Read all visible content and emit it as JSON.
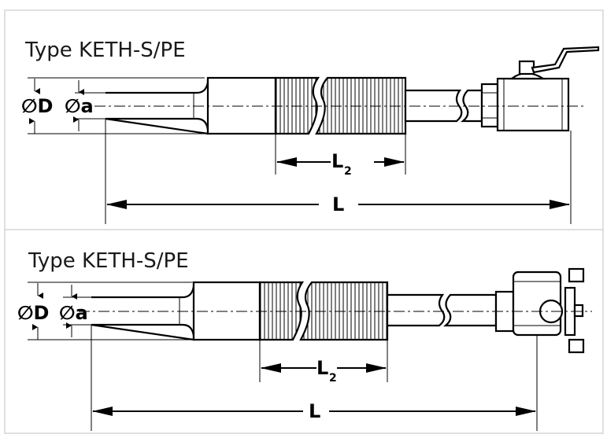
{
  "diagram_1": {
    "title": "Type KETH-S/PE",
    "dim_outer": "∅D",
    "dim_inner": "∅a",
    "dim_L": "L",
    "dim_L2_main": "L",
    "dim_L2_sub": "2"
  },
  "diagram_2": {
    "title": "Type KETH-S/PE",
    "dim_outer": "∅D",
    "dim_inner": "∅a",
    "dim_L": "L",
    "dim_L2_main": "L",
    "dim_L2_sub": "2"
  },
  "colors": {
    "line": "#000000",
    "frame": "#d9d9d9",
    "background": "#ffffff"
  }
}
